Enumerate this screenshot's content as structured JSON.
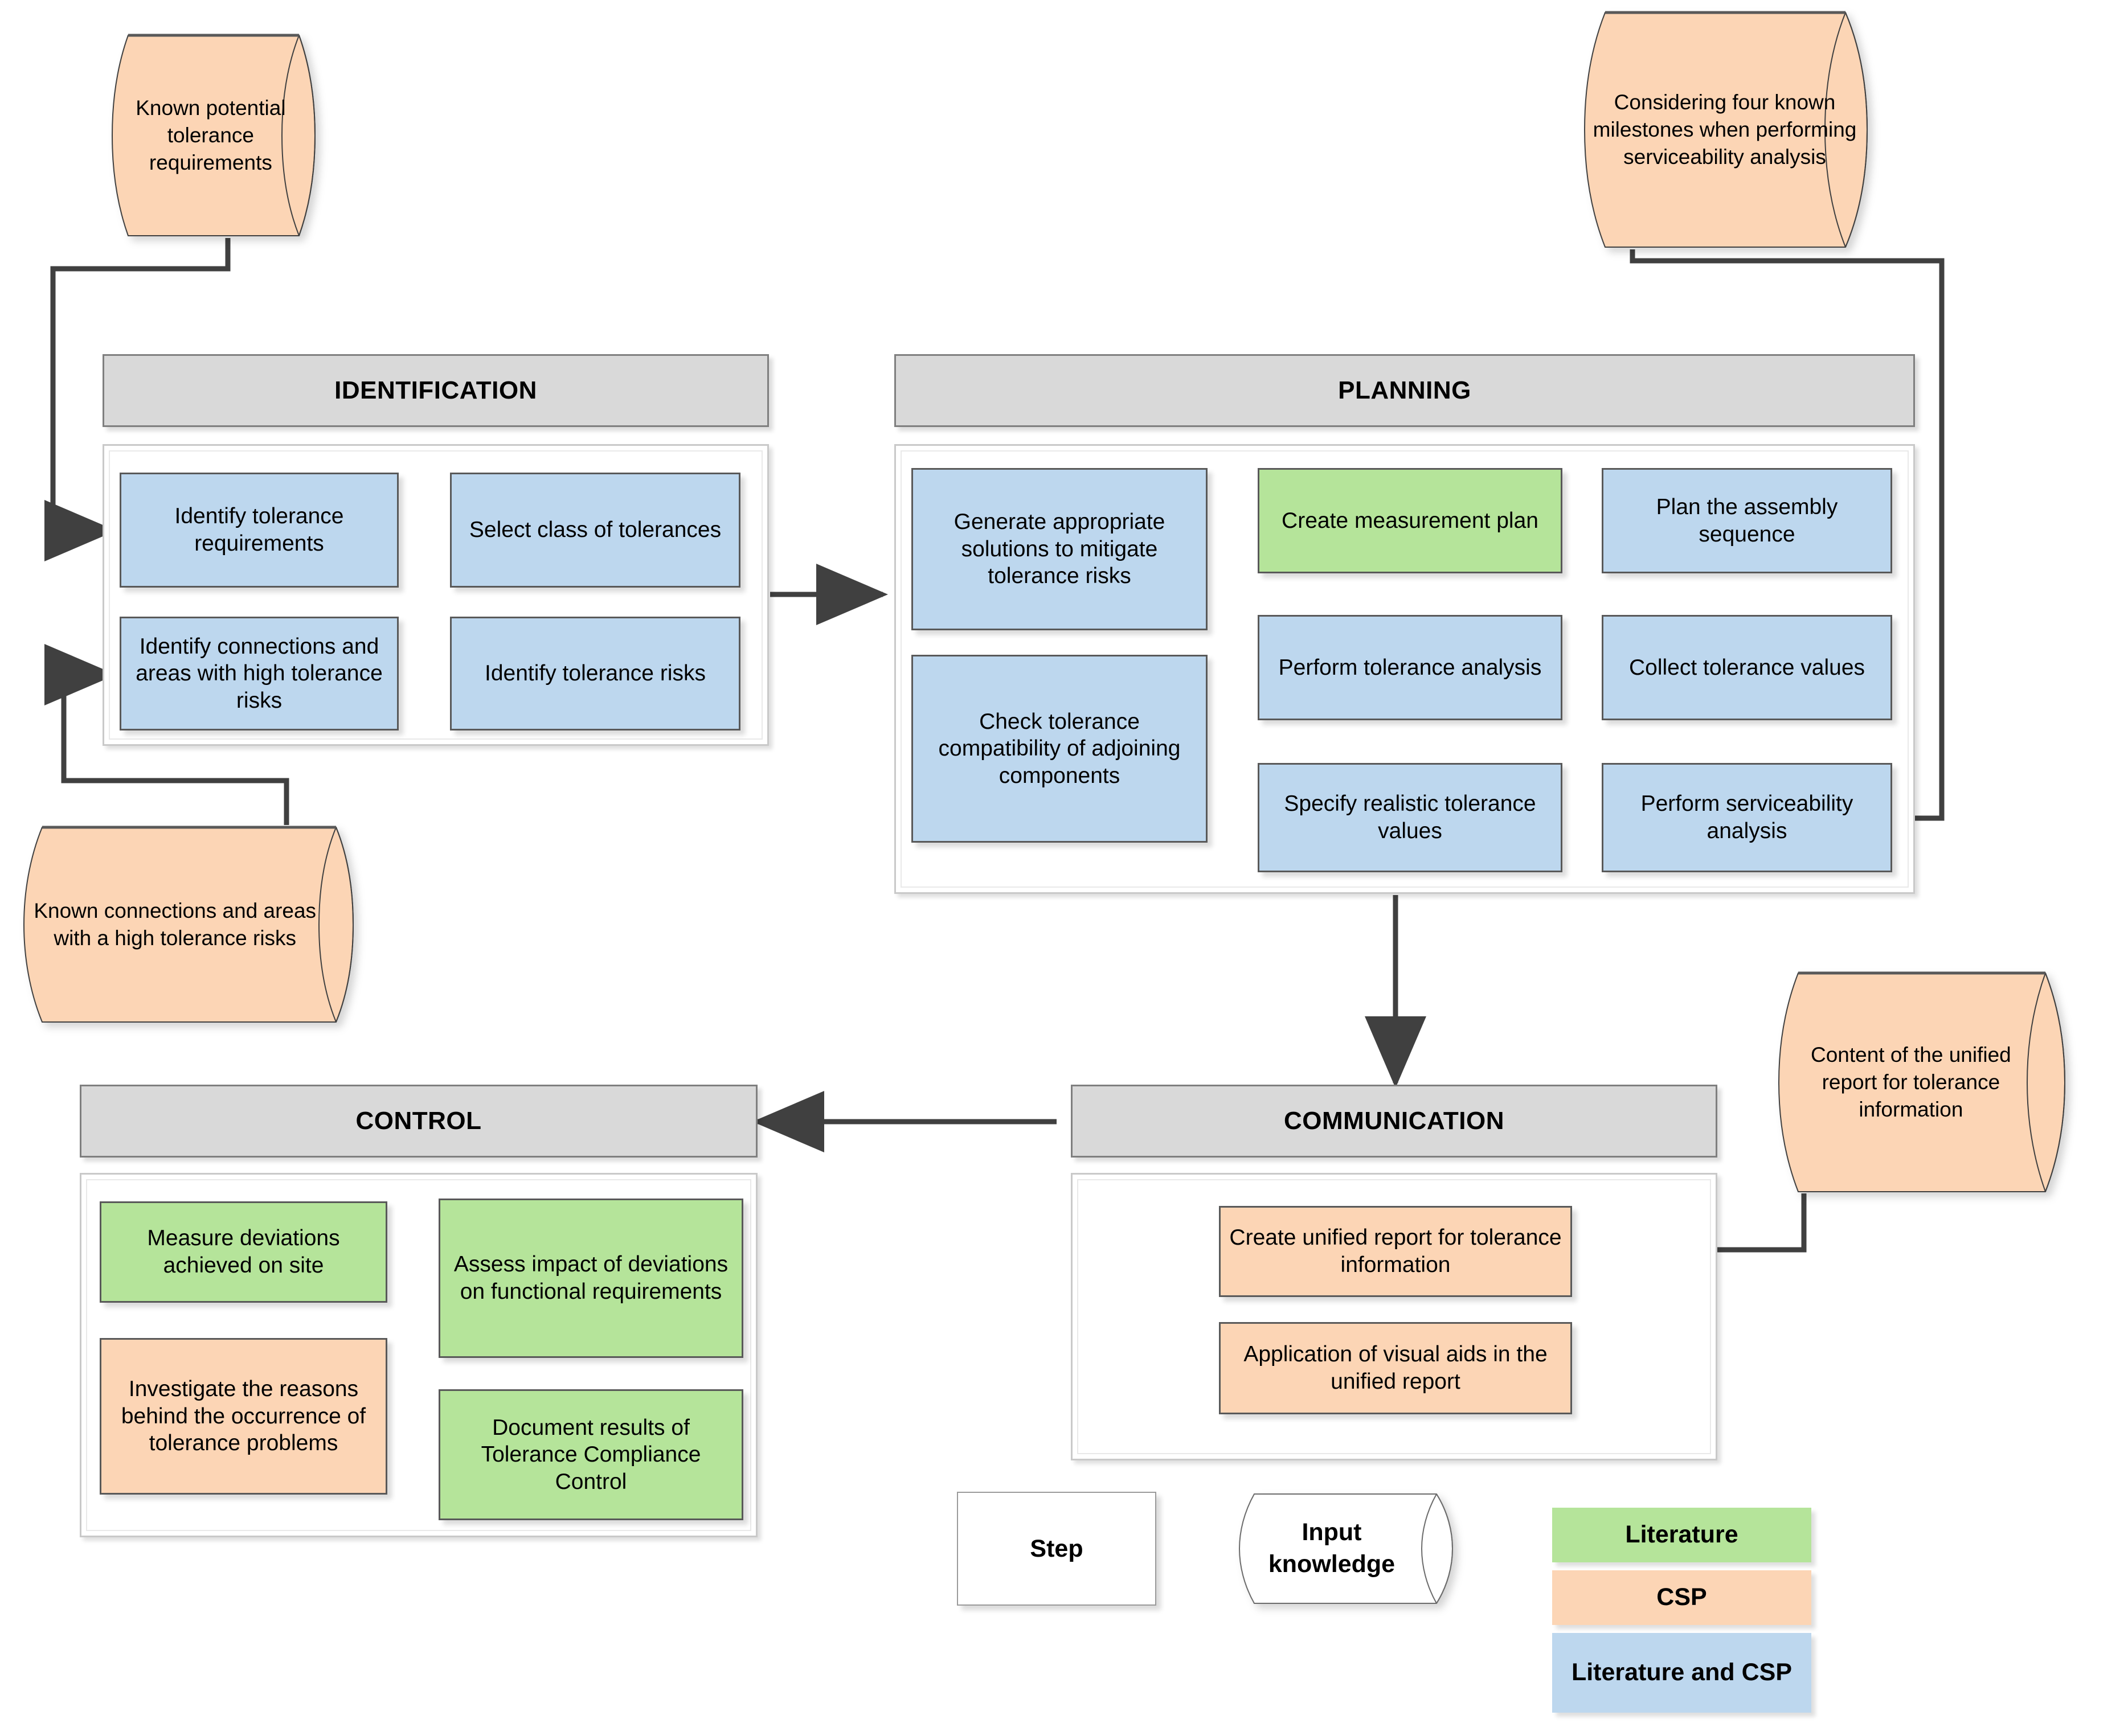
{
  "colors": {
    "blue": "#bdd7ee",
    "green": "#b5e49a",
    "peach": "#fcd5b5",
    "header_gray": "#d9d9d9",
    "connector": "#404040",
    "box_border": "#595959",
    "background": "#ffffff"
  },
  "inputs": {
    "known_potential_tolerance_requirements": "Known potential tolerance requirements",
    "considering_four_known_milestones": "Considering four known milestones when performing serviceability analysis",
    "known_connections_and_areas": "Known connections and areas with a high tolerance risks",
    "content_of_unified_report": "Content of the unified report for tolerance information"
  },
  "phases": {
    "identification": {
      "title": "IDENTIFICATION",
      "steps": [
        {
          "label": "Identify  tolerance requirements",
          "type": "blue"
        },
        {
          "label": "Select class of tolerances",
          "type": "blue"
        },
        {
          "label": "Identify connections and areas with high tolerance risks",
          "type": "blue"
        },
        {
          "label": "Identify tolerance risks",
          "type": "blue"
        }
      ]
    },
    "planning": {
      "title": "PLANNING",
      "steps": [
        {
          "label": "Generate appropriate solutions to mitigate tolerance risks",
          "type": "blue"
        },
        {
          "label": "Check tolerance compatibility of adjoining components",
          "type": "blue"
        },
        {
          "label": "Create measurement plan",
          "type": "green"
        },
        {
          "label": "Perform tolerance analysis",
          "type": "blue"
        },
        {
          "label": "Specify realistic tolerance values",
          "type": "blue"
        },
        {
          "label": "Plan the assembly sequence",
          "type": "blue"
        },
        {
          "label": "Collect tolerance values",
          "type": "blue"
        },
        {
          "label": "Perform serviceability analysis",
          "type": "blue"
        }
      ]
    },
    "communication": {
      "title": "COMMUNICATION",
      "steps": [
        {
          "label": "Create unified report for tolerance information",
          "type": "peach"
        },
        {
          "label": "Application of visual aids in the unified report",
          "type": "peach"
        }
      ]
    },
    "control": {
      "title": "CONTROL",
      "steps": [
        {
          "label": "Measure deviations achieved on site",
          "type": "green"
        },
        {
          "label": "Investigate the reasons behind the occurrence of tolerance problems",
          "type": "peach"
        },
        {
          "label": "Assess impact of deviations on functional requirements",
          "type": "green"
        },
        {
          "label": "Document results of Tolerance Compliance Control",
          "type": "green"
        }
      ]
    }
  },
  "legend": {
    "step_shape_label": "Step",
    "input_shape_label": "Input knowledge",
    "swatches": [
      {
        "label": "Literature",
        "type": "green"
      },
      {
        "label": "CSP",
        "type": "peach"
      },
      {
        "label": "Literature and CSP",
        "type": "blue"
      }
    ]
  }
}
